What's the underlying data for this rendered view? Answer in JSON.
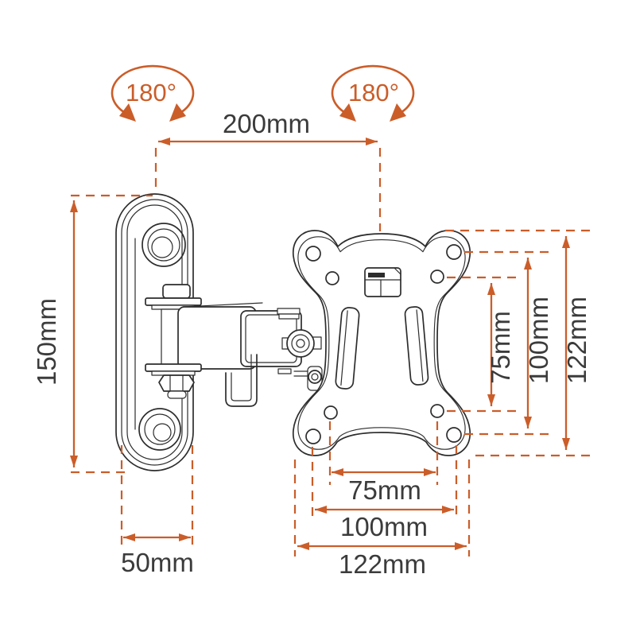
{
  "colors": {
    "accent": "#cb5d29",
    "ink": "#2d2d2d",
    "label": "#3b3b3b",
    "background": "#ffffff"
  },
  "rotation_indicators": {
    "left": "180°",
    "right": "180°"
  },
  "dimensions": {
    "arm_span": "200mm",
    "wall_plate_height": "150mm",
    "wall_plate_width": "50mm",
    "vesa_vertical": {
      "inner_holes": "75mm",
      "outer_holes": "100mm",
      "plate_height": "122mm"
    },
    "vesa_horizontal": {
      "inner_holes": "75mm",
      "outer_holes": "100mm",
      "plate_width": "122mm"
    }
  }
}
